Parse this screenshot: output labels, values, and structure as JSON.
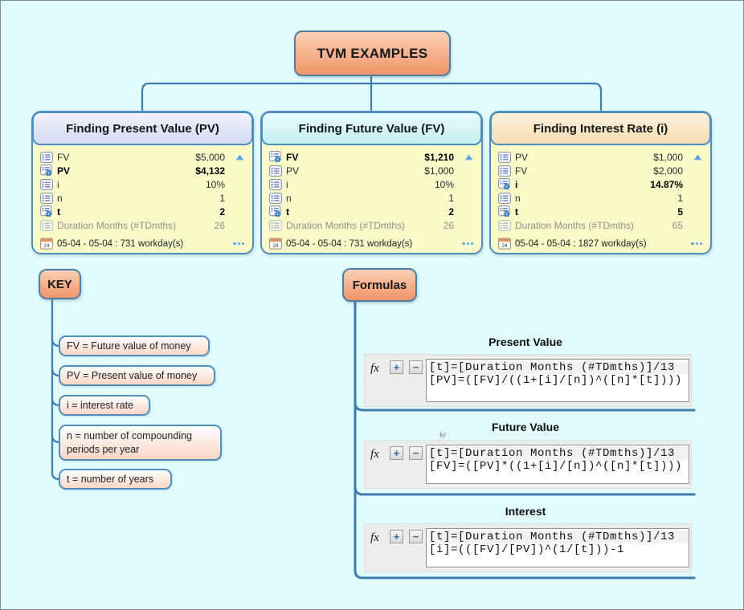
{
  "root": {
    "label": "TVM EXAMPLES"
  },
  "cards": [
    {
      "title": "Finding Present Value (PV)",
      "theme": "pv",
      "rows": [
        {
          "icon": "list",
          "label": "FV",
          "value": "$5,000"
        },
        {
          "icon": "formula",
          "label": "PV",
          "value": "$4,132",
          "bold": true
        },
        {
          "icon": "list",
          "label": "i",
          "value": "10%"
        },
        {
          "icon": "list",
          "label": "n",
          "value": "1"
        },
        {
          "icon": "formula",
          "label": "t",
          "value": "2",
          "bold": true
        },
        {
          "icon": "list",
          "label": "Duration Months (#TDmths)",
          "value": "26",
          "muted": true
        }
      ],
      "footer": "05-04 - 05-04 : 731 workday(s)"
    },
    {
      "title": "Finding Future Value (FV)",
      "theme": "fv",
      "rows": [
        {
          "icon": "formula",
          "label": "FV",
          "value": "$1,210",
          "bold": true
        },
        {
          "icon": "list",
          "label": "PV",
          "value": "$1,000"
        },
        {
          "icon": "list",
          "label": "i",
          "value": "10%"
        },
        {
          "icon": "list",
          "label": "n",
          "value": "1"
        },
        {
          "icon": "formula",
          "label": "t",
          "value": "2",
          "bold": true
        },
        {
          "icon": "list",
          "label": "Duration Months (#TDmths)",
          "value": "26",
          "muted": true
        }
      ],
      "footer": "05-04 - 05-04 : 731 workday(s)"
    },
    {
      "title": "Finding Interest Rate (i)",
      "theme": "i",
      "rows": [
        {
          "icon": "list",
          "label": "PV",
          "value": "$1,000"
        },
        {
          "icon": "list",
          "label": "FV",
          "value": "$2,000"
        },
        {
          "icon": "formula",
          "label": "i",
          "value": "14.87%",
          "bold": true
        },
        {
          "icon": "list",
          "label": "n",
          "value": "1"
        },
        {
          "icon": "formula",
          "label": "t",
          "value": "5",
          "bold": true
        },
        {
          "icon": "list",
          "label": "Duration Months (#TDmths)",
          "value": "65",
          "muted": true
        }
      ],
      "footer": "05-04 - 05-04 : 1827 workday(s)"
    }
  ],
  "key": {
    "label": "KEY",
    "items": [
      "FV = Future value of money",
      "PV = Present value of money",
      "i = interest rate",
      "n = number of compounding periods per year",
      "t = number of years"
    ]
  },
  "formulas": {
    "label": "Formulas",
    "sections": [
      {
        "title": "Present Value",
        "lines": [
          "[t]=[Duration Months (#TDmths)]/13",
          "[PV]=([FV]/((1+[i]/[n])^([n]*[t])))"
        ]
      },
      {
        "title": "Future Value",
        "lines": [
          "[t]=[Duration Months (#TDmths)]/13",
          "[FV]=([PV]*((1+[i]/[n])^([n]*[t])))"
        ],
        "stray_mark": "ky"
      },
      {
        "title": "Interest",
        "lines": [
          "[t]=[Duration Months (#TDmths)]/13",
          "[i]=(([FV]/[PV])^(1/[t]))-1"
        ]
      }
    ]
  },
  "icons": {
    "collapse_arrow": "▲",
    "ellipsis": "•••",
    "fx_label": "fx",
    "plus_label": "+",
    "minus_label": "−",
    "calendar_day": "24",
    "list": "list-icon",
    "formula": "formula-gear-icon",
    "calendar": "calendar-icon"
  },
  "colors": {
    "background": "#E2FBFD",
    "connector": "#3E7DB0",
    "card_border": "#4E8FBF",
    "node_border": "#4C7FA6",
    "accent_blue": "#57A7E8",
    "body_yellow": "#FBFBC9",
    "node_gradient_top": "#FBD0B5",
    "node_gradient_bottom": "#F09468"
  }
}
